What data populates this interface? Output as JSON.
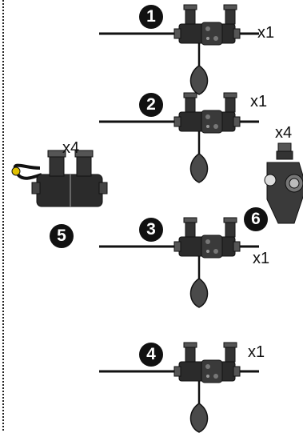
{
  "assemblies": [
    {
      "number": "1",
      "qty": "x1"
    },
    {
      "number": "2",
      "qty": "x1"
    },
    {
      "number": "3",
      "qty": "x1"
    },
    {
      "number": "4",
      "qty": "x1"
    }
  ],
  "parts": [
    {
      "number": "5",
      "qty": "x4"
    },
    {
      "number": "6",
      "qty": "x4"
    }
  ],
  "colors": {
    "ink": "#111111",
    "body": "#2b2b2b",
    "mid": "#6a6a6a",
    "light": "#b8b8b8"
  }
}
